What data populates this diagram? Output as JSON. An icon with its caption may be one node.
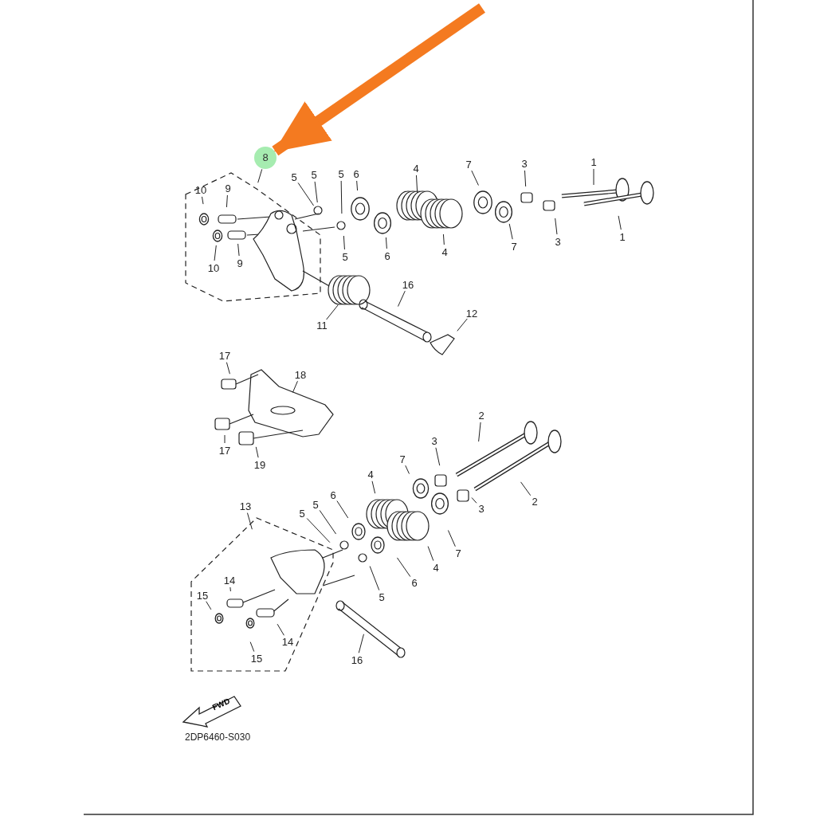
{
  "diagram": {
    "nodes": [
      {
        "text": [
          "8"
        ]
      },
      {
        "text": [
          "10"
        ]
      },
      {
        "text": [
          "9"
        ]
      },
      {
        "text": [
          "5"
        ]
      },
      {
        "text": [
          "5"
        ]
      },
      {
        "text": [
          "5"
        ]
      },
      {
        "text": [
          "6"
        ]
      },
      {
        "text": [
          "4"
        ]
      },
      {
        "text": [
          "7"
        ]
      },
      {
        "text": [
          "3"
        ]
      },
      {
        "text": [
          "1"
        ]
      },
      {
        "text": [
          "10"
        ]
      },
      {
        "text": [
          "9"
        ]
      },
      {
        "text": [
          "5"
        ]
      },
      {
        "text": [
          "6"
        ]
      },
      {
        "text": [
          "4"
        ]
      },
      {
        "text": [
          "7"
        ]
      },
      {
        "text": [
          "3"
        ]
      },
      {
        "text": [
          "1"
        ]
      },
      {
        "text": [
          "16"
        ]
      },
      {
        "text": [
          "11"
        ]
      },
      {
        "text": [
          "12"
        ]
      },
      {
        "text": [
          "17"
        ]
      },
      {
        "text": [
          "18"
        ]
      },
      {
        "text": [
          "17"
        ]
      },
      {
        "text": [
          "19"
        ]
      },
      {
        "text": [
          "2"
        ]
      },
      {
        "text": [
          "3"
        ]
      },
      {
        "text": [
          "7"
        ]
      },
      {
        "text": [
          "4"
        ]
      },
      {
        "text": [
          "6"
        ]
      },
      {
        "text": [
          "5"
        ]
      },
      {
        "text": [
          "5"
        ]
      },
      {
        "text": [
          "13"
        ]
      },
      {
        "text": [
          "2"
        ]
      },
      {
        "text": [
          "3"
        ]
      },
      {
        "text": [
          "7"
        ]
      },
      {
        "text": [
          "4"
        ]
      },
      {
        "text": [
          "6"
        ]
      },
      {
        "text": [
          "5"
        ]
      },
      {
        "text": [
          "14"
        ]
      },
      {
        "text": [
          "15"
        ]
      },
      {
        "text": [
          "14"
        ]
      },
      {
        "text": [
          "15"
        ]
      },
      {
        "text": [
          "16"
        ]
      }
    ],
    "edges": [
      {
        "from": null,
        "to": 0,
        "arrow": "to",
        "style": "thick",
        "color": "#f47a20"
      },
      {
        "from": 0,
        "to": null,
        "arrow": "none"
      },
      {
        "from": 1,
        "to": null,
        "arrow": "none"
      },
      {
        "from": 2,
        "to": null,
        "arrow": "none"
      },
      {
        "from": 3,
        "to": null,
        "arrow": "none"
      },
      {
        "from": 4,
        "to": null,
        "arrow": "none"
      },
      {
        "from": 5,
        "to": null,
        "arrow": "none"
      },
      {
        "from": 6,
        "to": null,
        "arrow": "none"
      },
      {
        "from": 7,
        "to": null,
        "arrow": "none"
      },
      {
        "from": 8,
        "to": null,
        "arrow": "none"
      },
      {
        "from": 9,
        "to": null,
        "arrow": "none"
      },
      {
        "from": 10,
        "to": null,
        "arrow": "none"
      },
      {
        "from": 11,
        "to": null,
        "arrow": "none"
      },
      {
        "from": 12,
        "to": null,
        "arrow": "none"
      },
      {
        "from": 13,
        "to": null,
        "arrow": "none"
      },
      {
        "from": 14,
        "to": null,
        "arrow": "none"
      },
      {
        "from": 15,
        "to": null,
        "arrow": "none"
      },
      {
        "from": 16,
        "to": null,
        "arrow": "none"
      },
      {
        "from": 17,
        "to": null,
        "arrow": "none"
      },
      {
        "from": 18,
        "to": null,
        "arrow": "none"
      },
      {
        "from": 19,
        "to": null,
        "arrow": "none"
      },
      {
        "from": 20,
        "to": null,
        "arrow": "none"
      },
      {
        "from": 21,
        "to": null,
        "arrow": "none"
      },
      {
        "from": 22,
        "to": null,
        "arrow": "none"
      },
      {
        "from": 23,
        "to": null,
        "arrow": "none"
      },
      {
        "from": 24,
        "to": null,
        "arrow": "none"
      },
      {
        "from": 25,
        "to": null,
        "arrow": "none"
      },
      {
        "from": 26,
        "to": null,
        "arrow": "none"
      },
      {
        "from": 27,
        "to": null,
        "arrow": "none"
      },
      {
        "from": 28,
        "to": null,
        "arrow": "none"
      },
      {
        "from": 29,
        "to": null,
        "arrow": "none"
      },
      {
        "from": 30,
        "to": null,
        "arrow": "none"
      },
      {
        "from": 31,
        "to": null,
        "arrow": "none"
      },
      {
        "from": 32,
        "to": null,
        "arrow": "none"
      },
      {
        "from": 33,
        "to": null,
        "arrow": "none"
      },
      {
        "from": 34,
        "to": null,
        "arrow": "none"
      },
      {
        "from": 35,
        "to": null,
        "arrow": "none"
      },
      {
        "from": 36,
        "to": null,
        "arrow": "none"
      },
      {
        "from": 37,
        "to": null,
        "arrow": "none"
      },
      {
        "from": 38,
        "to": null,
        "arrow": "none"
      },
      {
        "from": 39,
        "to": null,
        "arrow": "none"
      },
      {
        "from": 40,
        "to": null,
        "arrow": "none"
      },
      {
        "from": 41,
        "to": null,
        "arrow": "none"
      },
      {
        "from": 42,
        "to": null,
        "arrow": "none"
      },
      {
        "from": 43,
        "to": null,
        "arrow": "none"
      },
      {
        "from": 44,
        "to": null,
        "arrow": "none"
      }
    ],
    "labels": [
      "FWD",
      "2DP6460-S030"
    ]
  }
}
